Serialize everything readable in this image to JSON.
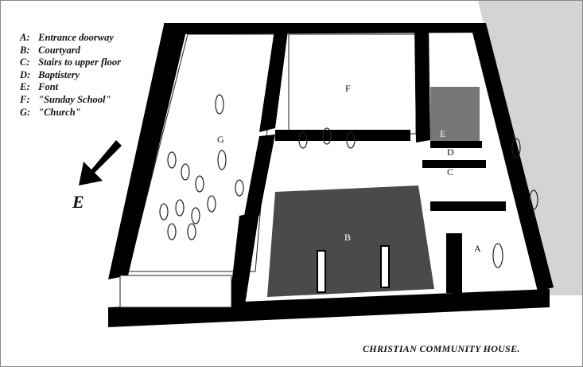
{
  "legend": [
    {
      "key": "A:",
      "label": "Entrance doorway"
    },
    {
      "key": "B:",
      "label": "Courtyard"
    },
    {
      "key": "C:",
      "label": "Stairs to upper floor"
    },
    {
      "key": "D:",
      "label": "Baptistery"
    },
    {
      "key": "E:",
      "label": "Font"
    },
    {
      "key": "F:",
      "label": "\"Sunday School\""
    },
    {
      "key": "G:",
      "label": "\"Church\""
    }
  ],
  "plan_labels": {
    "A": "A",
    "B": "B",
    "C": "C",
    "D": "D",
    "E": "E",
    "F": "F",
    "G": "G"
  },
  "direction": {
    "label": "E",
    "icon": "arrow-down-left-icon"
  },
  "caption": "CHRISTIAN COMMUNITY HOUSE."
}
